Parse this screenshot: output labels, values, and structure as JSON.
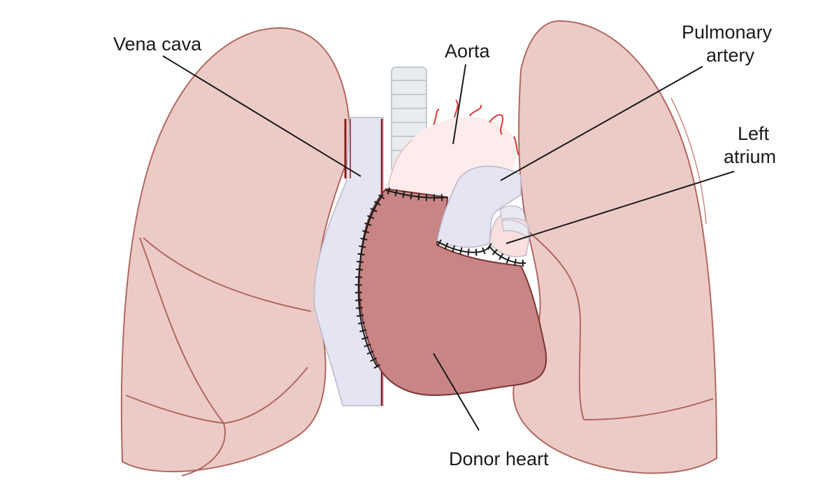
{
  "labels": {
    "vena_cava": "Vena cava",
    "aorta": "Aorta",
    "pulmonary_artery_line1": "Pulmonary",
    "pulmonary_artery_line2": "artery",
    "left_atrium_line1": "Left",
    "left_atrium_line2": "atrium",
    "donor_heart": "Donor heart"
  },
  "colors": {
    "lung_fill": "#eccbc7",
    "lung_stroke": "#b0685f",
    "heart_fill": "#c98585",
    "heart_stroke": "#7a3434",
    "vein_fill": "#e4e4f2",
    "vein_stroke": "#b8b8cc",
    "aorta_fill": "#fdeceb",
    "aorta_edge": "#e0393a",
    "trachea_fill": "#e9ecef",
    "trachea_stroke": "#c5c9ce",
    "suture": "#1a1a1a",
    "leader_line": "#1a1a1a",
    "background": "#ffffff"
  }
}
